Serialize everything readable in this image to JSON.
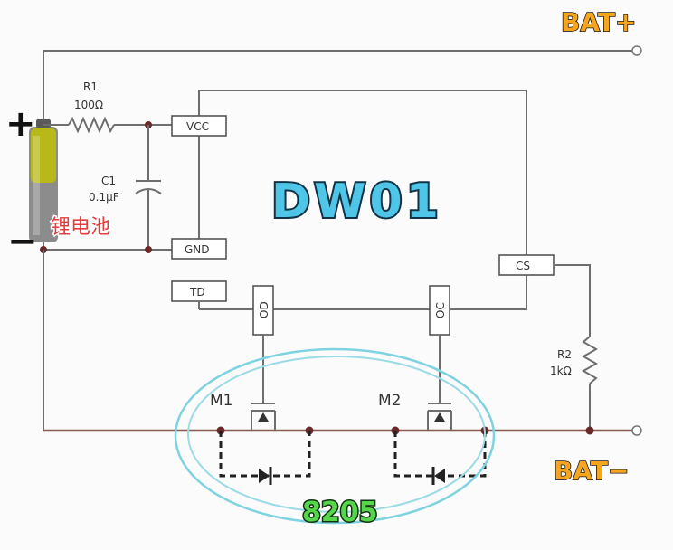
{
  "labels": {
    "bat_plus": "BAT+",
    "bat_minus": "BAT−",
    "chip": "DW01",
    "mosfet_pair": "8205",
    "cell": "锂电池",
    "polarity_plus": "+",
    "polarity_minus": "−"
  },
  "components": {
    "r1": {
      "ref": "R1",
      "value": "100Ω"
    },
    "c1": {
      "ref": "C1",
      "value": "0.1μF"
    },
    "r2": {
      "ref": "R2",
      "value": "1kΩ"
    },
    "m1": {
      "ref": "M1"
    },
    "m2": {
      "ref": "M2"
    }
  },
  "pins": {
    "vcc": "VCC",
    "gnd": "GND",
    "td": "TD",
    "cs": "CS",
    "od": "OD",
    "oc": "OC"
  },
  "colors": {
    "bat_label": "#f7a51c",
    "chip_label": "#4fc6e8",
    "mosfet_label": "#56d64a",
    "cell_label": "#e33c3c",
    "highlight_ring": "#7fd3e0"
  }
}
